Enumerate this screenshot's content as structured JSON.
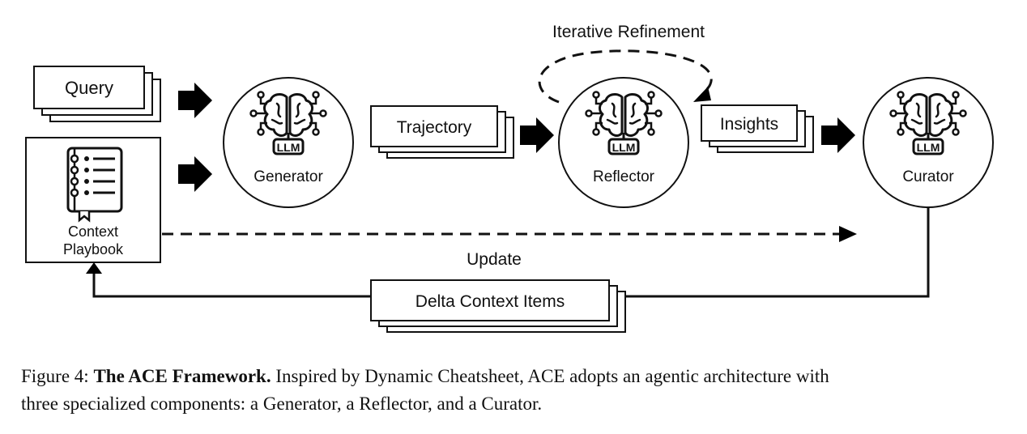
{
  "diagram": {
    "inputs": {
      "query": "Query",
      "playbook_line1": "Context",
      "playbook_line2": "Playbook"
    },
    "nodes": {
      "generator": {
        "badge": "LLM",
        "label": "Generator"
      },
      "reflector": {
        "badge": "LLM",
        "label": "Reflector"
      },
      "curator": {
        "badge": "LLM",
        "label": "Curator"
      }
    },
    "artifacts": {
      "trajectory": "Trajectory",
      "insights": "Insights",
      "delta": "Delta Context Items"
    },
    "annotations": {
      "iterative": "Iterative Refinement",
      "update": "Update"
    }
  },
  "caption": {
    "prefix": "Figure 4: ",
    "title": "The ACE Framework.",
    "line1_rest": " Inspired by Dynamic Cheatsheet, ACE adopts an agentic architecture with",
    "line2": "three specialized components: a Generator, a Reflector, and a Curator."
  }
}
